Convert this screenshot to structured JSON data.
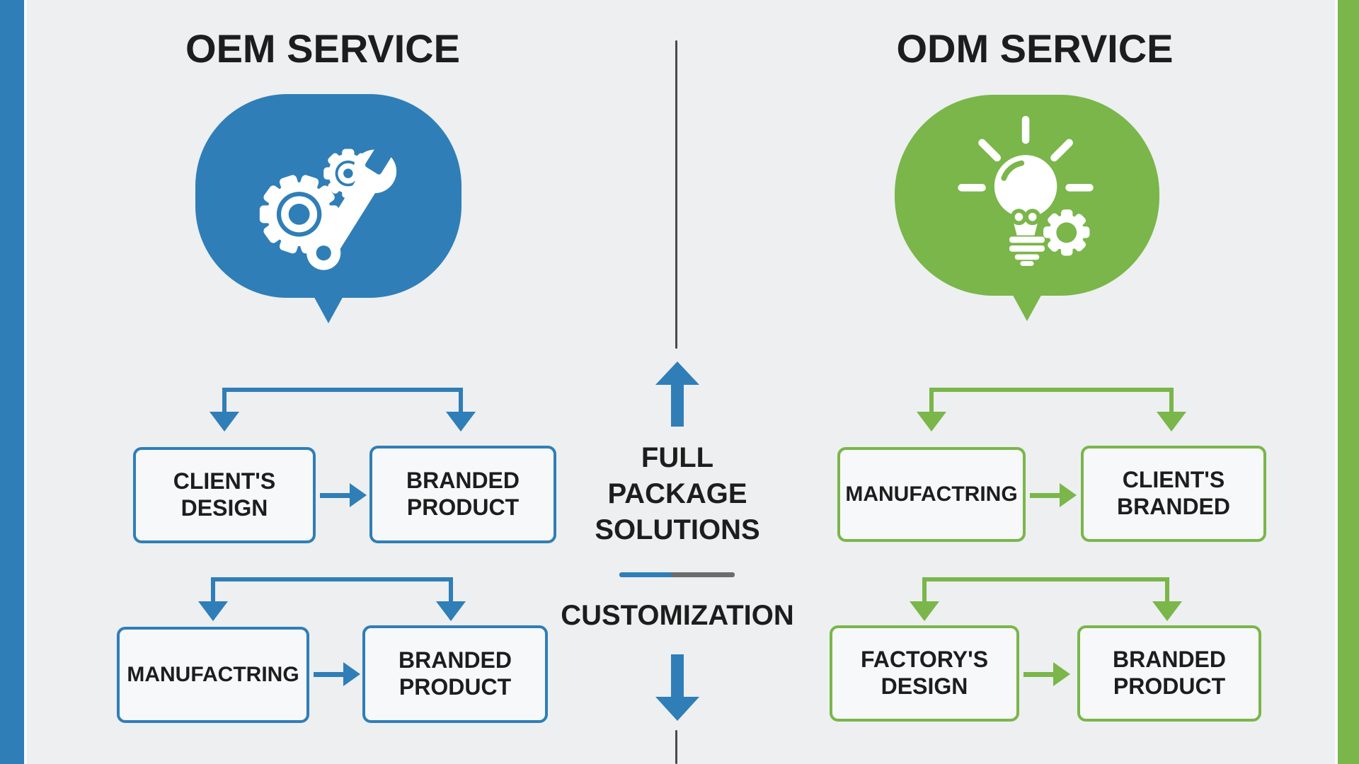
{
  "colors": {
    "blue": "#2f7eb7",
    "green": "#7ab64a",
    "background": "#edeff1",
    "text": "#1d1d1d",
    "line": "#4a4a4a",
    "divider": "#6c6c6c",
    "box_fill": "#f7f8f9"
  },
  "left_panel": {
    "title": "OEM SERVICE",
    "icon": "gears-and-wrench",
    "row1": {
      "from": "CLIENT'S DESIGN",
      "to": "BRANDED PRODUCT"
    },
    "row2": {
      "from": "MANUFACTRING",
      "to": "BRANDED PRODUCT"
    }
  },
  "center": {
    "full_package_label": "FULL PACKAGE SOLUTIONS",
    "customization_label": "CUSTOMIZATION"
  },
  "right_panel": {
    "title": "ODM SERVICE",
    "icon": "lightbulb-and-gear",
    "row1": {
      "from": "MANUFACTRING",
      "to": "CLIENT'S BRANDED"
    },
    "row2": {
      "from": "FACTORY'S DESIGN",
      "to": "BRANDED PRODUCT"
    }
  }
}
